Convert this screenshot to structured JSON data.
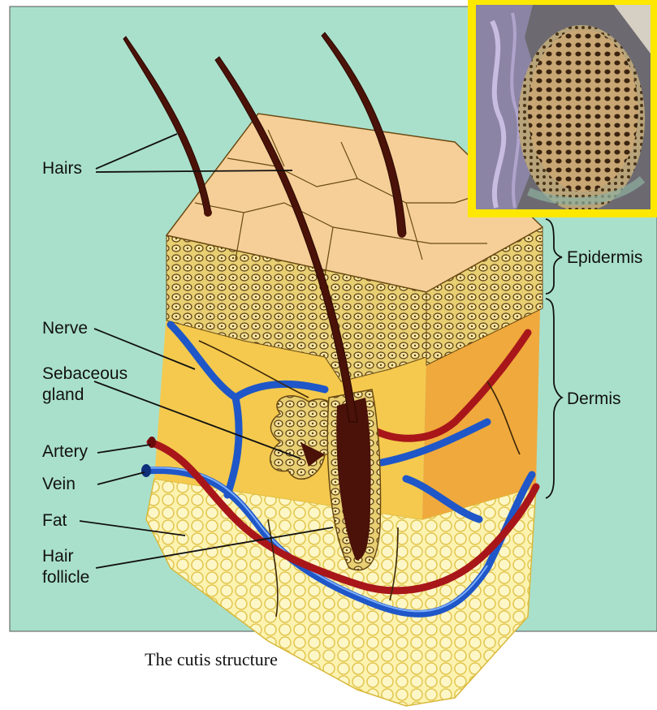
{
  "diagram": {
    "labels": {
      "hairs": "Hairs",
      "epidermis": "Epidermis",
      "dermis": "Dermis",
      "nerve": "Nerve",
      "sebaceous_gland_line1": "Sebaceous",
      "sebaceous_gland_line2": "gland",
      "artery": "Artery",
      "vein": "Vein",
      "fat": "Fat",
      "hair_follicle_line1": "Hair",
      "hair_follicle_line2": "follicle"
    },
    "caption": "The cutis structure"
  },
  "colors": {
    "background_mint": "#a9e0cc",
    "epidermis_top": "#f6cf98",
    "dermis": "#f2c24a",
    "fat": "#fdf0a8",
    "hair": "#4a1208",
    "artery": "#a8161a",
    "vein": "#1f57c8",
    "inset_frame": "#ffe800"
  },
  "inset": {
    "description_icon": "micrograph-inset"
  }
}
